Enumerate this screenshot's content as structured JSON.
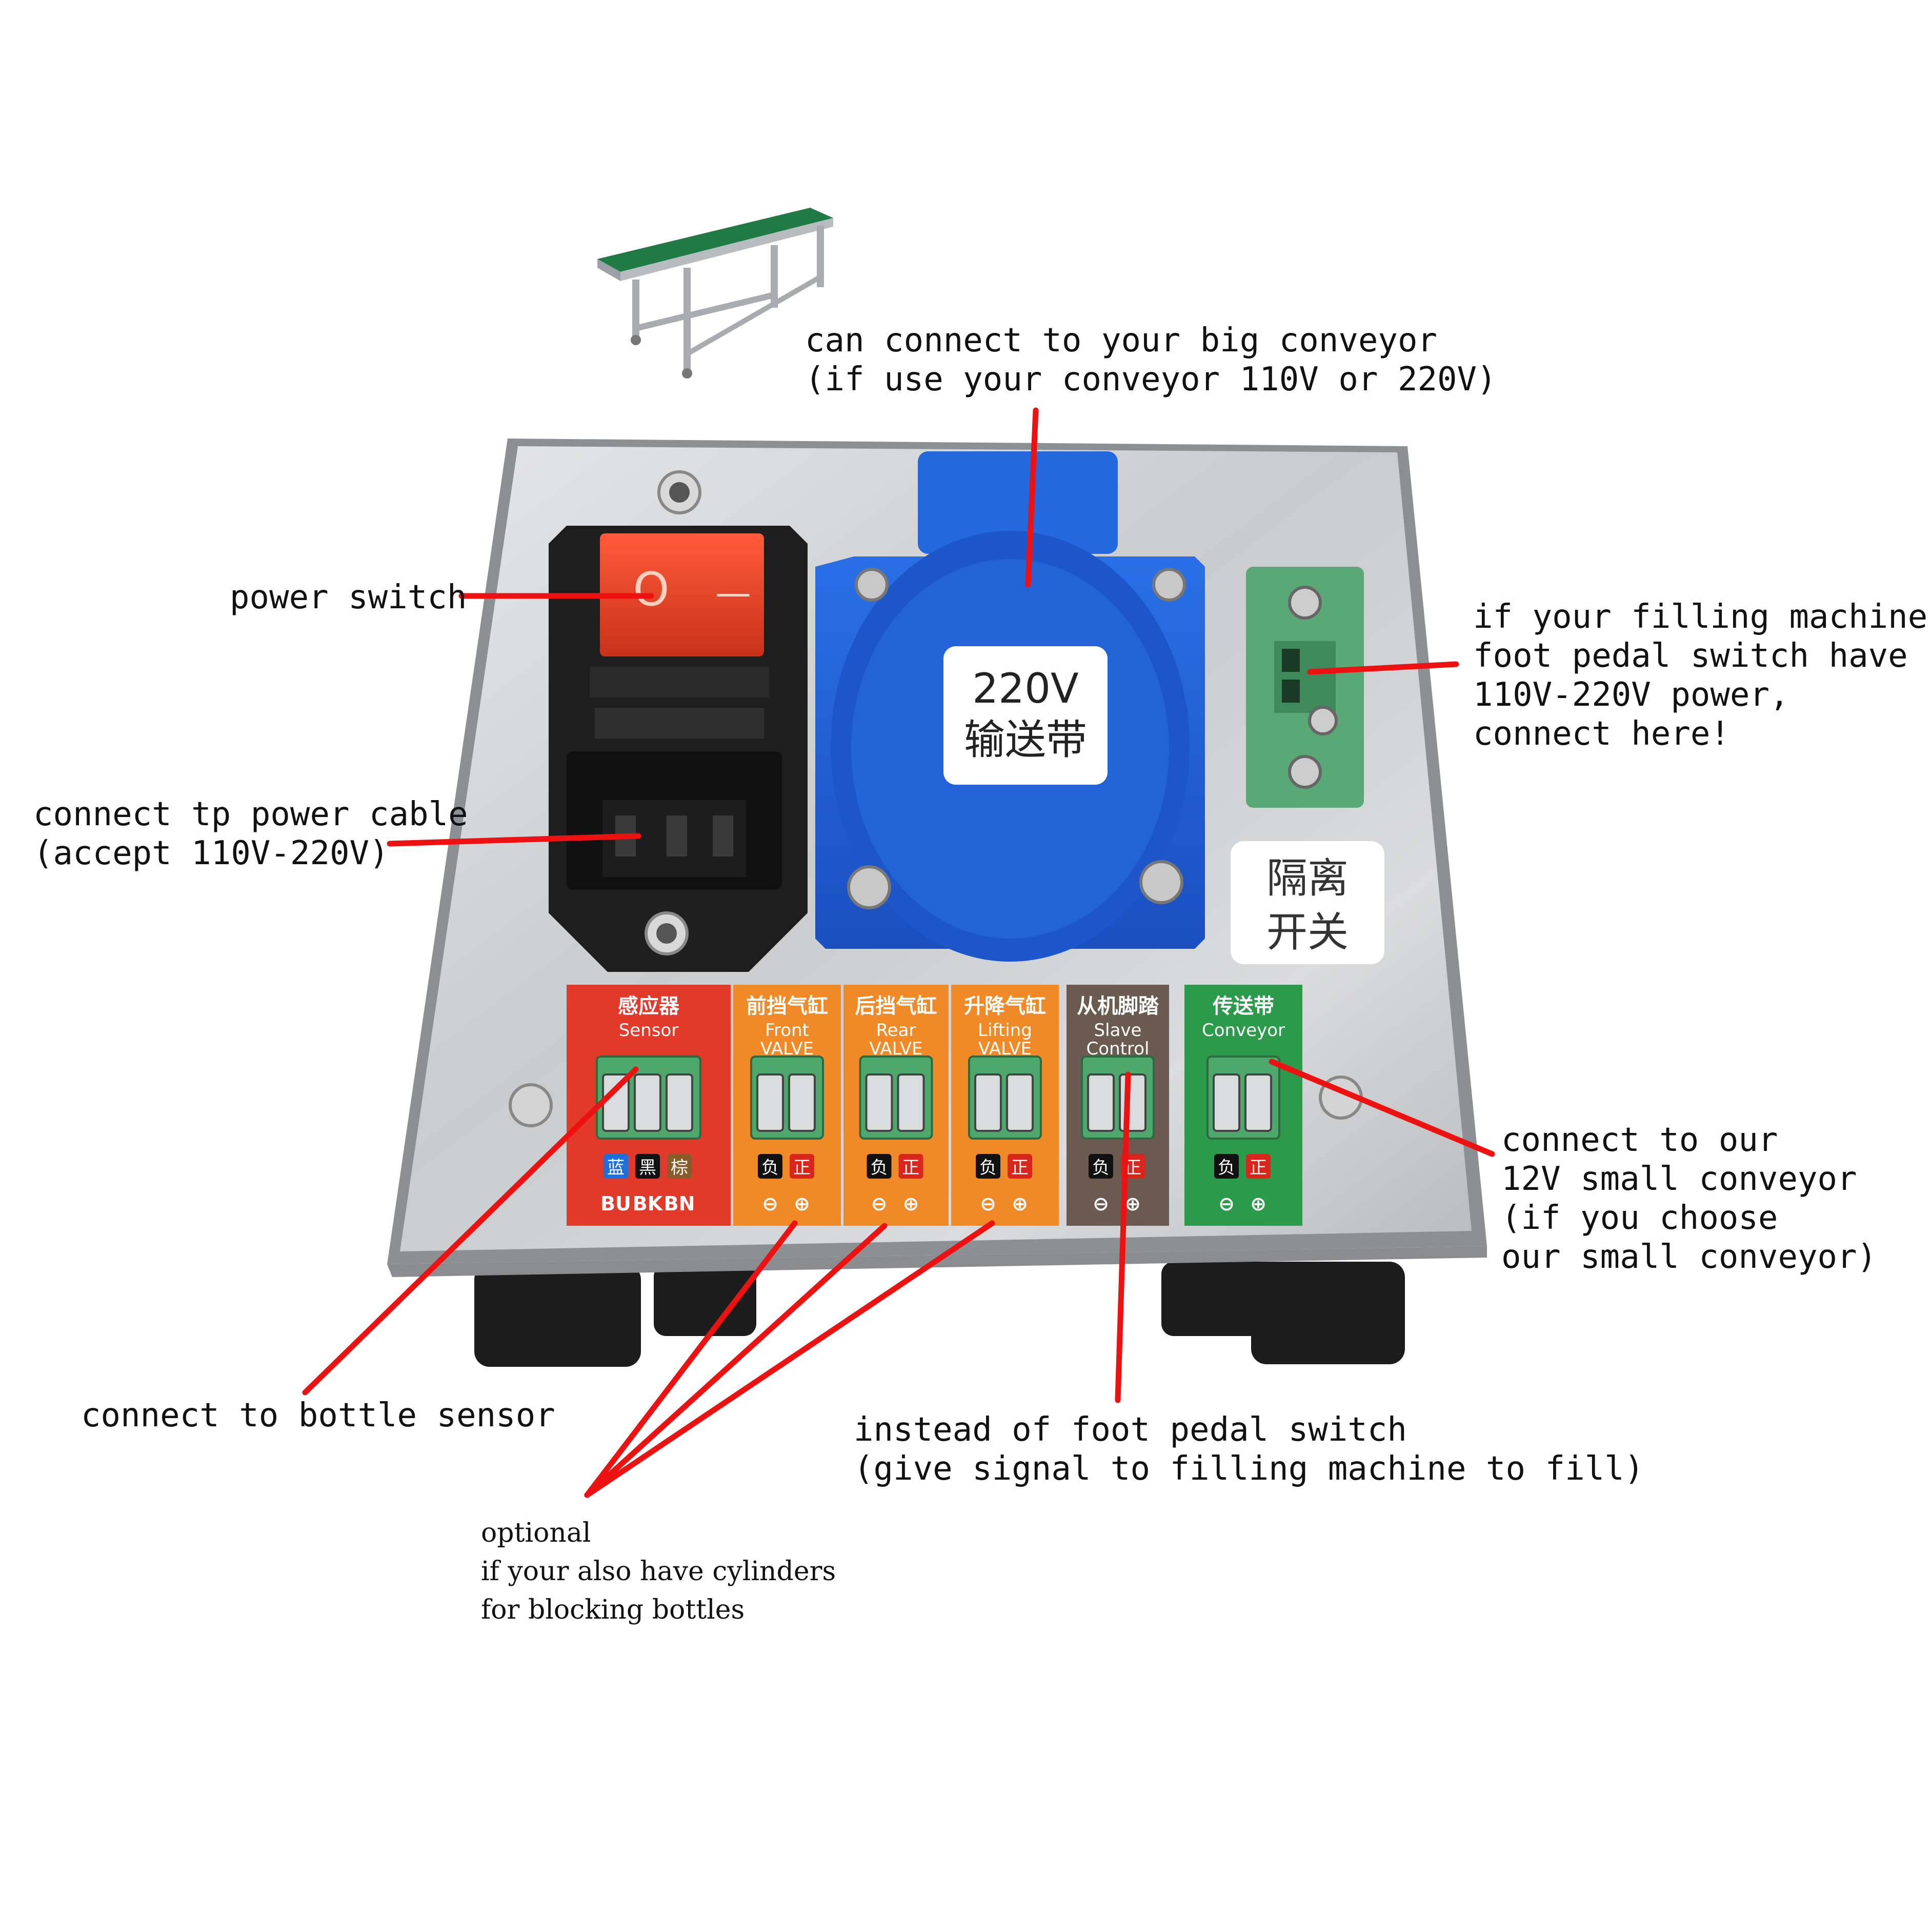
{
  "colors": {
    "arrow": "#ee1111",
    "panel": "#cfd1d3",
    "socket_blue": "#1f5fd6",
    "sensor_red": "#e23a2a",
    "valve_orange": "#f08a28",
    "slave_brown": "#6b5a50",
    "conveyor_green": "#2c9a4b",
    "terminal_green": "#4ea86c"
  },
  "annotations": {
    "big_conveyor": [
      "can connect to your big conveyor",
      "(if use your conveyor 110V or 220V)"
    ],
    "power_switch": [
      "power switch"
    ],
    "power_cable": [
      "connect tp power cable",
      "(accept 110V-220V)"
    ],
    "foot_pedal_power": [
      "if your filling machine",
      "foot pedal switch have",
      "110V-220V power,",
      "connect here!"
    ],
    "small_conveyor": [
      "connect to our",
      "12V small conveyor",
      "(if you choose",
      "our small conveyor)"
    ],
    "bottle_sensor": [
      "connect to bottle sensor"
    ],
    "slave_control": [
      "instead of foot pedal switch",
      "(give signal to filling machine to fill)"
    ],
    "optional": [
      "optional",
      "if your also have cylinders",
      "for blocking bottles"
    ]
  },
  "panel_labels": {
    "socket": [
      "220V",
      "输送带"
    ],
    "isolator": [
      "隔离",
      "开关"
    ],
    "switch_marks": [
      "O",
      "—"
    ]
  },
  "terminals": [
    {
      "cn": "感应器",
      "en": [
        "Sensor"
      ],
      "pins": [
        "蓝",
        "黑",
        "棕"
      ],
      "bottom": [
        "BU",
        "BK",
        "BN"
      ]
    },
    {
      "cn": "前挡气缸",
      "en": [
        "Front",
        "VALVE"
      ],
      "pins": [
        "负",
        "正"
      ],
      "bottom": [
        "⊖",
        "⊕"
      ]
    },
    {
      "cn": "后挡气缸",
      "en": [
        "Rear",
        "VALVE"
      ],
      "pins": [
        "负",
        "正"
      ],
      "bottom": [
        "⊖",
        "⊕"
      ]
    },
    {
      "cn": "升降气缸",
      "en": [
        "Lifting",
        "VALVE"
      ],
      "pins": [
        "负",
        "正"
      ],
      "bottom": [
        "⊖",
        "⊕"
      ]
    },
    {
      "cn": "从机脚踏",
      "en": [
        "Slave",
        "Control"
      ],
      "pins": [
        "负",
        "正"
      ],
      "bottom": [
        "⊖",
        "⊕"
      ]
    },
    {
      "cn": "传送带",
      "en": [
        "Conveyor"
      ],
      "pins": [
        "负",
        "正"
      ],
      "bottom": [
        "⊖",
        "⊕"
      ]
    }
  ]
}
